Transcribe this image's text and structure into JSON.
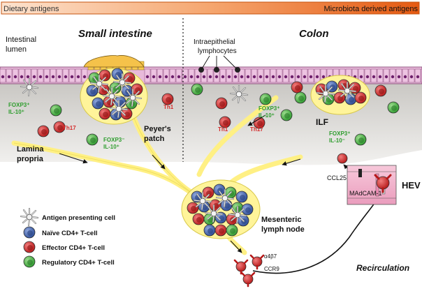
{
  "banner": {
    "left": "Dietary antigens",
    "right": "Microbiota derived antigens",
    "colors": {
      "light": "#fde0c8",
      "dark": "#e8621a"
    }
  },
  "regions": {
    "small_intestine": "Small intestine",
    "colon": "Colon",
    "intestinal_lumen": [
      "Intestinal",
      "lumen"
    ],
    "intraepithelial": [
      "Intraepithelial",
      "lymphocytes"
    ],
    "lamina_propria": [
      "Lamina",
      "propria"
    ],
    "peyers_patch": [
      "Peyer's",
      "patch"
    ],
    "mesenteric": [
      "Mesenteric",
      "lymph node"
    ],
    "ilf": "ILF",
    "hev": "HEV",
    "recirculation": "Recirculation"
  },
  "cell_labels": {
    "foxp3_pos_1": [
      "FOXP3⁺",
      "IL-10⁺"
    ],
    "th17_si": "Th17",
    "foxp3_neg_si": [
      "FOXP3⁻",
      "IL-10⁺"
    ],
    "th1_si": "Th1",
    "foxp3_pos_colon": [
      "FOXP3⁺",
      "IL-10⁺"
    ],
    "th1_colon": "Th1",
    "th17_colon": "Th17",
    "foxp3_pos_colon2": [
      "FOXP3⁺",
      "IL-10⁻"
    ]
  },
  "molecules": {
    "ccl25": "CCL25",
    "madcam": "MAdCAM-1",
    "a4b7": "α4β7",
    "ccr9": "CCR9"
  },
  "legend": [
    {
      "icon": "antigen-presenting-cell",
      "label": "Antigen presenting cell"
    },
    {
      "icon": "naive-cell",
      "label": "Naïve CD4+ T-cell",
      "color": "#3f5fa8"
    },
    {
      "icon": "effector-cell",
      "label": "Effector CD4+ T-cell",
      "color": "#d42a2a"
    },
    {
      "icon": "regulatory-cell",
      "label": "Regulatory CD4+ T-cell",
      "color": "#3fae3f"
    }
  ],
  "colors": {
    "tissue": "#d9d7d3",
    "epithelium": "#e6b3d8",
    "lymph": "#fff49a",
    "green_text": "#2e9d2e",
    "red_text": "#d42a2a",
    "hev": "#f2b8cf"
  }
}
